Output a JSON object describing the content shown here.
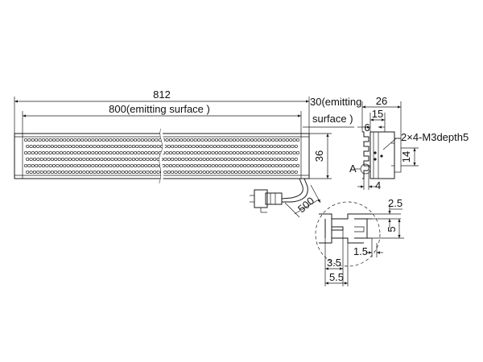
{
  "dimensions": {
    "total_length": "812",
    "emitting_length": "800(emitting surface )",
    "side_note_line1": "30(emitting",
    "side_note_line2": "surface )",
    "height": "36",
    "cable": "500",
    "profile_width": "26",
    "profile_inner": "15",
    "slot_offset": "6",
    "thread_note": "2×4-M3depth5",
    "thread_spacing": "14",
    "bottom_offset": "4",
    "detail_label": "A",
    "detail_2_5": "2.5",
    "detail_5": "5",
    "detail_1_5": "1.5",
    "detail_3_5": "3.5",
    "detail_5_5": "5.5"
  },
  "led_grid": {
    "rows": 6,
    "cols": 78
  },
  "colors": {
    "line": "#1a1a1a",
    "background": "#ffffff"
  }
}
